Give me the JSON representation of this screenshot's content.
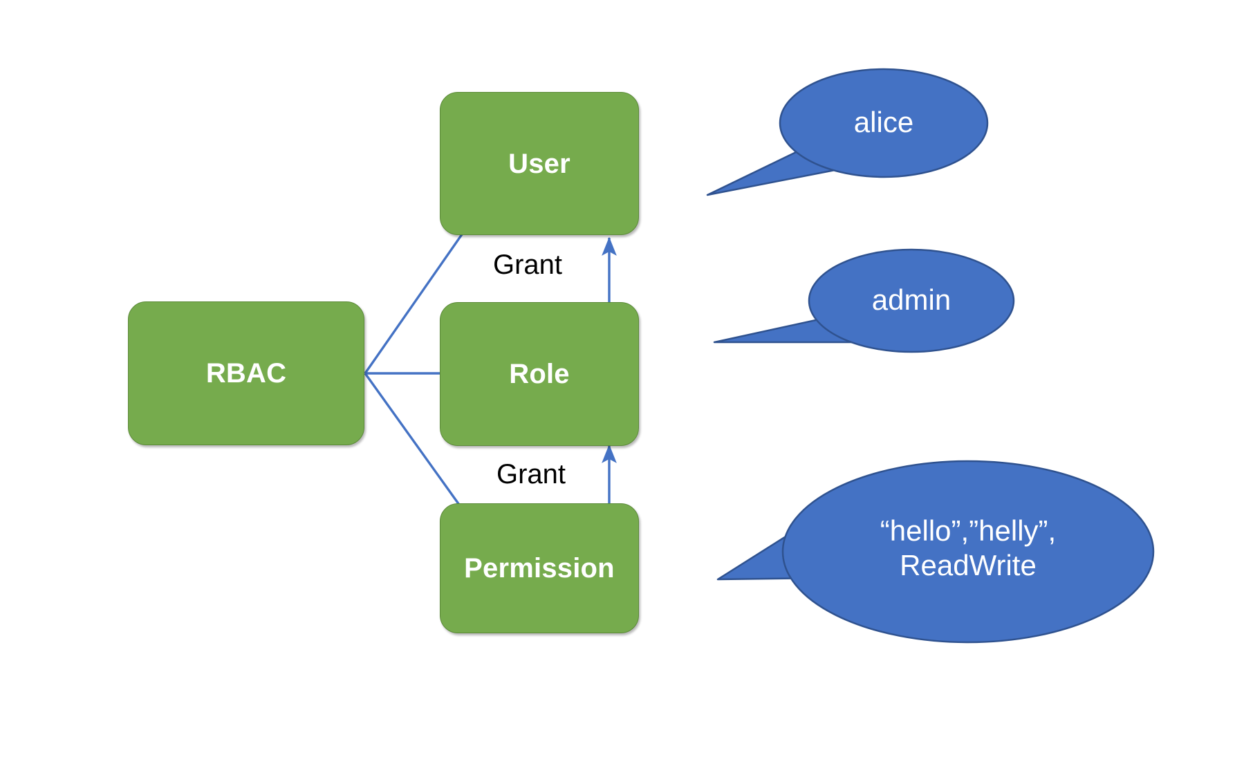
{
  "diagram": {
    "title": "RBAC",
    "background_color": "#ffffff",
    "node_fill": "#76AB4D",
    "node_stroke": "#5B8A38",
    "callout_fill": "#4472C4",
    "callout_stroke": "#2F528F",
    "arrow_color": "#4472C4",
    "label_color": "#000000"
  },
  "nodes": [
    {
      "id": "rbac",
      "label": "RBAC"
    },
    {
      "id": "user",
      "label": "User"
    },
    {
      "id": "role",
      "label": "Role"
    },
    {
      "id": "permission",
      "label": "Permission"
    }
  ],
  "callouts": [
    {
      "id": "alice",
      "text": "alice"
    },
    {
      "id": "admin",
      "text": "admin"
    },
    {
      "id": "perm-values",
      "text": "“hello”,”helly”,\nReadWrite"
    }
  ],
  "edge_labels": [
    {
      "id": "grant-user",
      "text": "Grant"
    },
    {
      "id": "grant-role",
      "text": "Grant"
    }
  ]
}
